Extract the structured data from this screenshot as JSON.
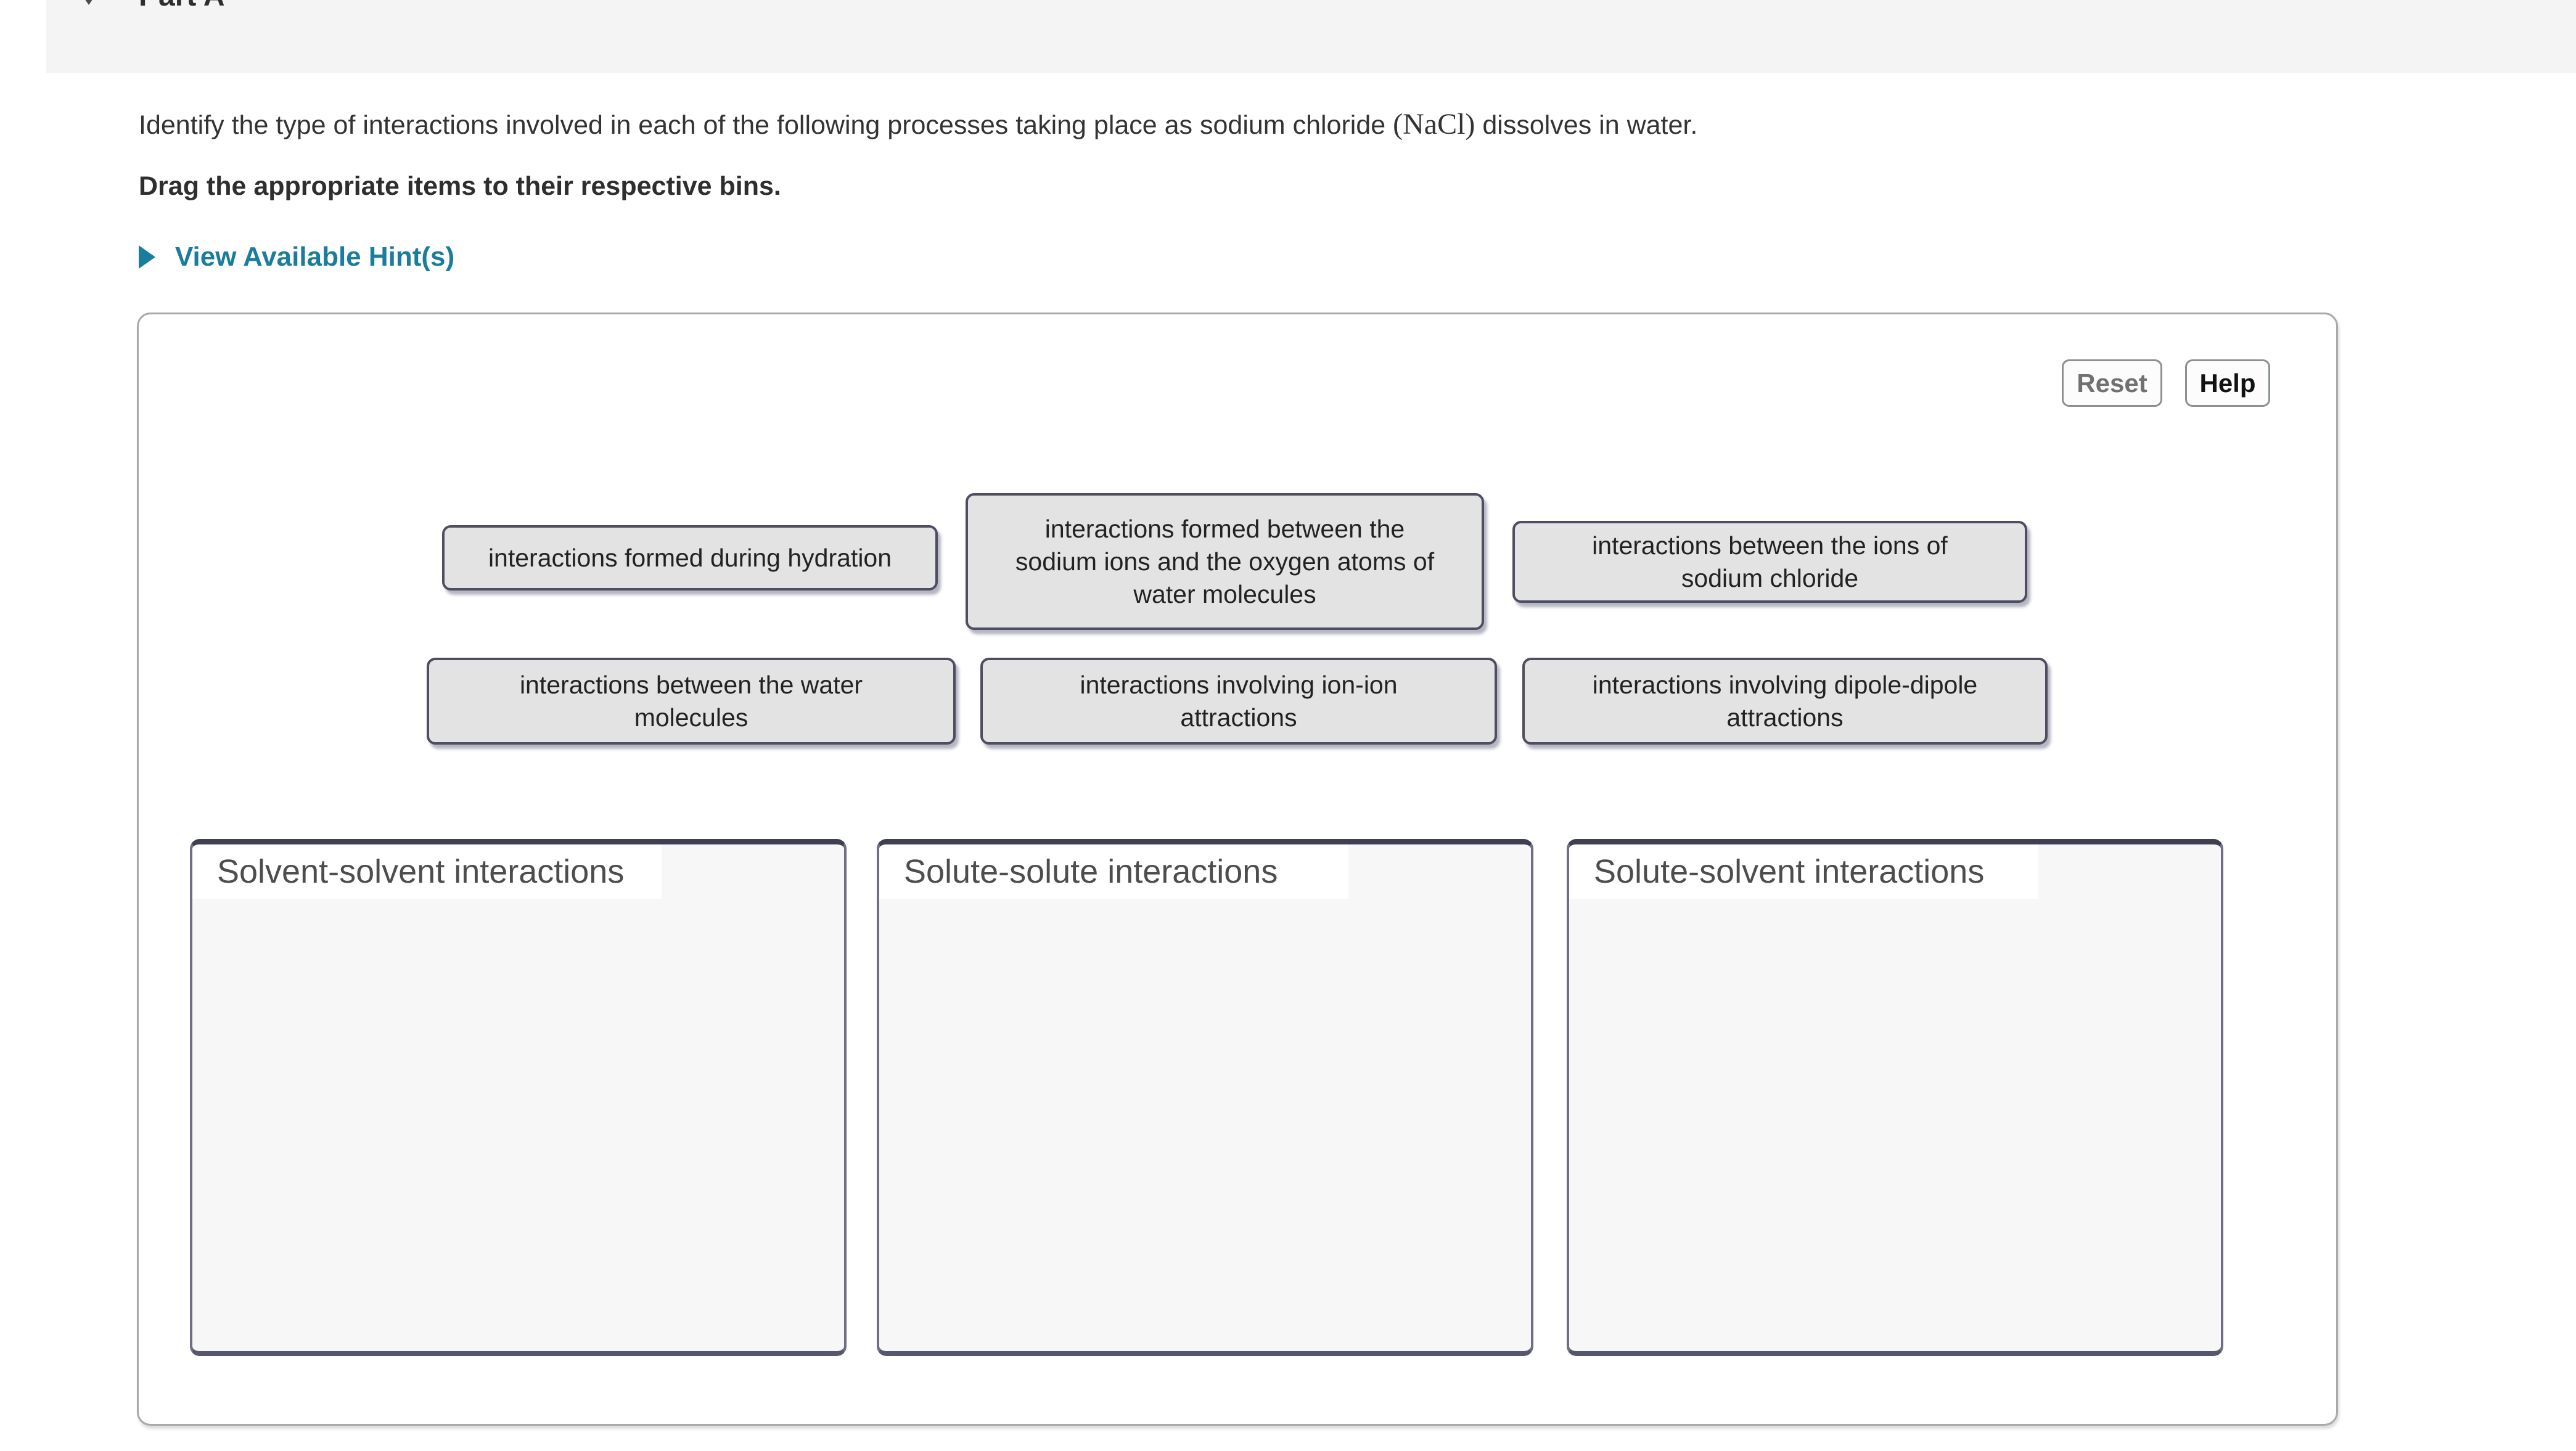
{
  "part_header": {
    "label": "Part A"
  },
  "question": {
    "text_before": "Identify the type of interactions involved in each of the following processes taking place as sodium chloride ",
    "formula": "(NaCl)",
    "text_after": " dissolves in water.",
    "instruction": "Drag the appropriate items to their respective bins."
  },
  "hints": {
    "link_label": "View Available Hint(s)"
  },
  "activity": {
    "buttons": {
      "reset": "Reset",
      "help": "Help"
    },
    "draggables": [
      {
        "lines": [
          "interactions formed during hydration"
        ]
      },
      {
        "lines": [
          "interactions formed between the",
          "sodium ions and the oxygen atoms of",
          "water molecules"
        ]
      },
      {
        "lines": [
          "interactions between the ions of",
          "sodium chloride"
        ]
      },
      {
        "lines": [
          "interactions between the water",
          "molecules"
        ]
      },
      {
        "lines": [
          "interactions involving ion-ion",
          "attractions"
        ]
      },
      {
        "lines": [
          "interactions involving dipole-dipole",
          "attractions"
        ]
      }
    ],
    "bins": [
      {
        "label": "Solvent-solvent interactions"
      },
      {
        "label": "Solute-solute interactions"
      },
      {
        "label": "Solute-solvent interactions"
      }
    ]
  },
  "colors": {
    "hint_link": "#1b7d9e",
    "item_background": "#e3e3e3",
    "item_border": "#4e4e62",
    "bin_border": "#6e6e84",
    "bin_background": "#f7f7f8",
    "part_bar_background": "#f4f4f5",
    "reset_text": "#717171",
    "help_text": "#121212"
  }
}
